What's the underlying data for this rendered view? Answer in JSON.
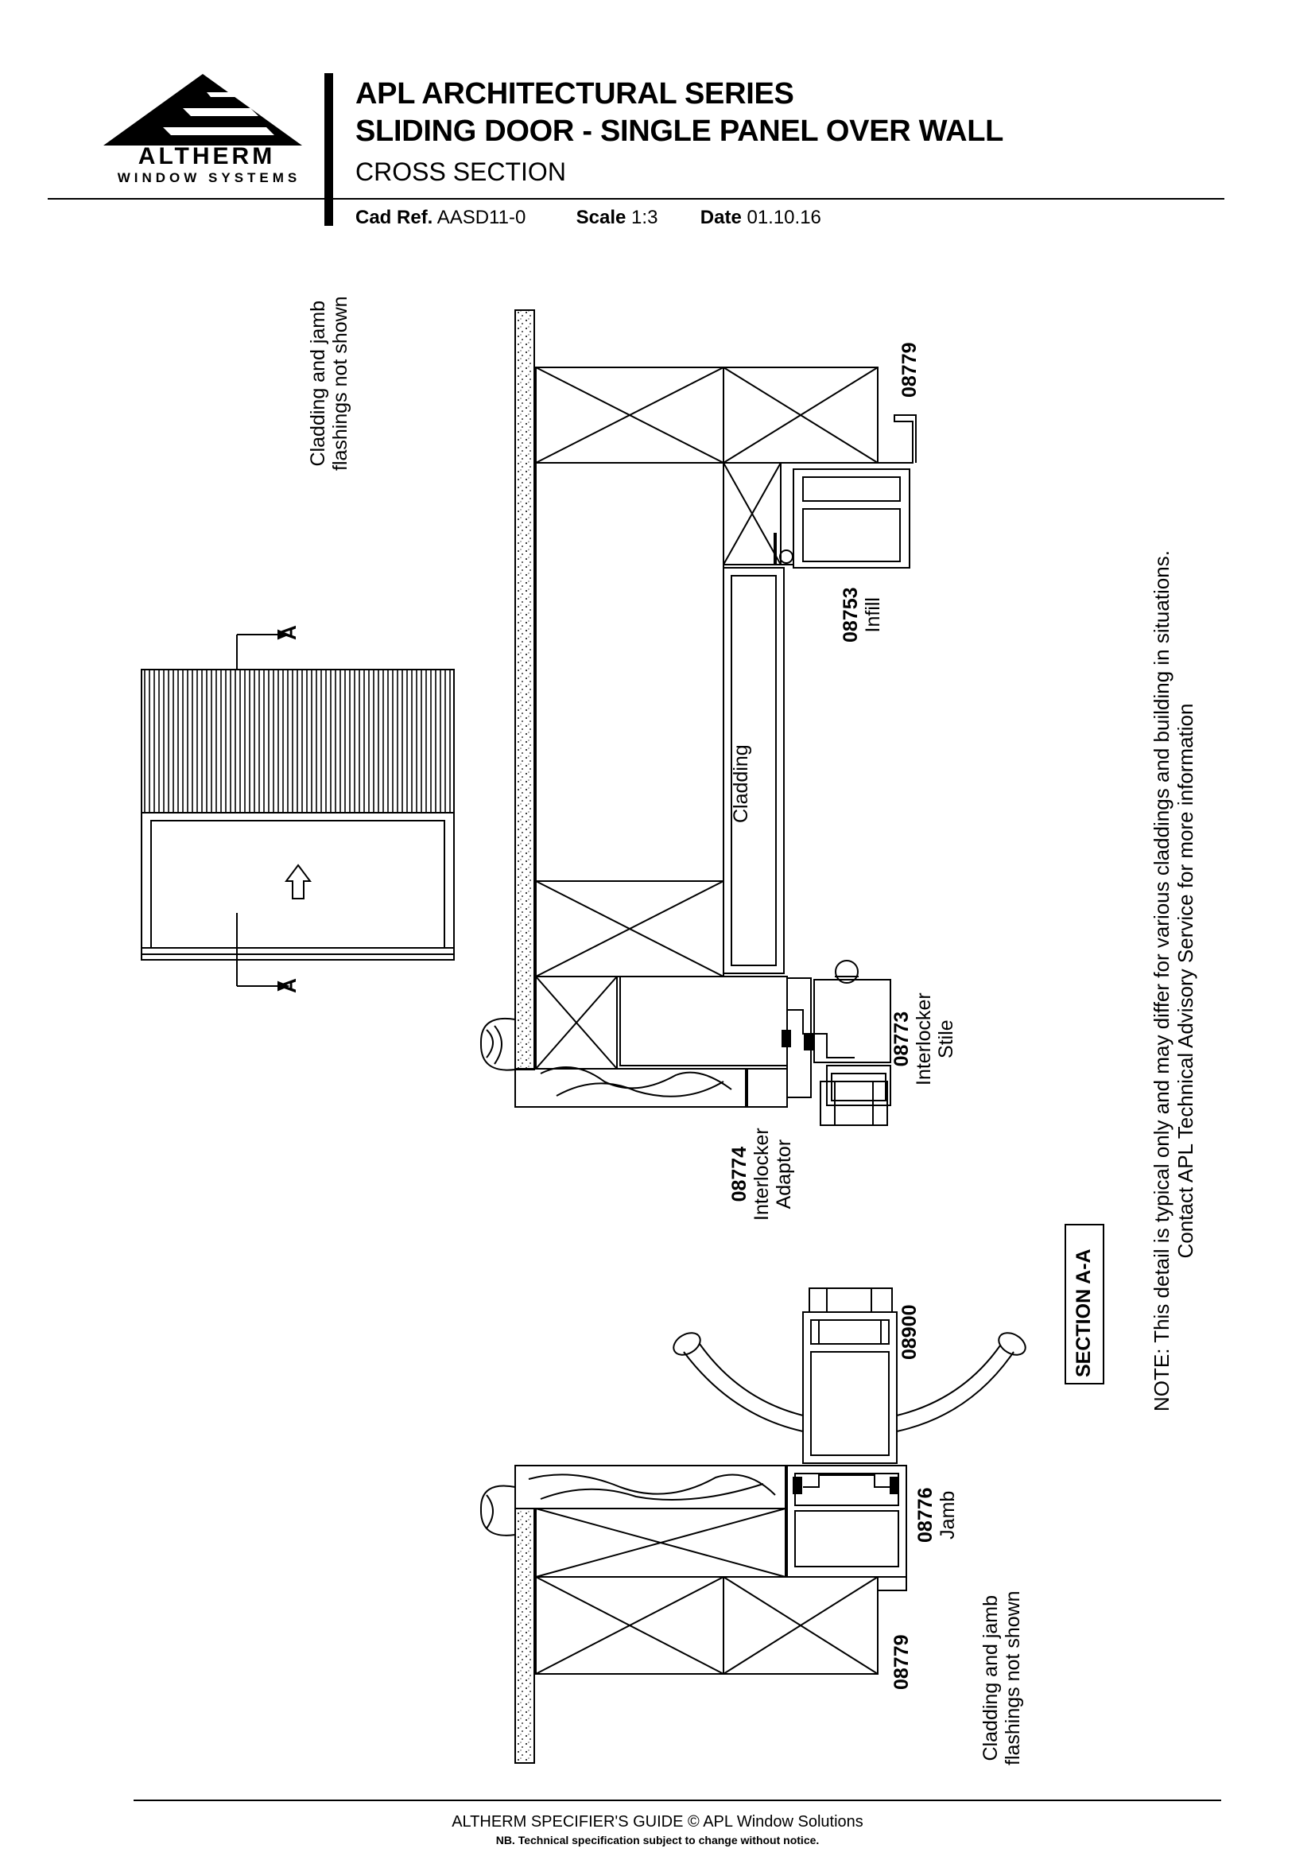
{
  "logo": {
    "brand": "ALTHERM",
    "tagline": "WINDOW SYSTEMS"
  },
  "header": {
    "line1": "APL ARCHITECTURAL SERIES",
    "line2": "SLIDING DOOR - SINGLE PANEL OVER WALL",
    "line3": "CROSS SECTION",
    "cad_ref_label": "Cad Ref.",
    "cad_ref_value": "AASD11-0",
    "scale_label": "Scale",
    "scale_value": "1:3",
    "date_label": "Date",
    "date_value": "01.10.16"
  },
  "labels": {
    "cladding_note_top_1": "Cladding and jamb",
    "cladding_note_top_2": "flashings not shown",
    "cladding_note_bottom_1": "Cladding and jamb",
    "cladding_note_bottom_2": "flashings not shown",
    "part_08779_top": "08779",
    "part_08753": "08753",
    "part_08753_name": "Infill",
    "cladding": "Cladding",
    "part_08773": "08773",
    "part_08773_name1": "Interlocker",
    "part_08773_name2": "Stile",
    "part_08774": "08774",
    "part_08774_name1": "Interlocker",
    "part_08774_name2": "Adaptor",
    "part_08900": "08900",
    "part_08776": "08776",
    "part_08776_name": "Jamb",
    "part_08779_bottom": "08779",
    "section_label": "SECTION A-A",
    "section_marker_top": "A",
    "section_marker_bottom": "A",
    "note_1": "NOTE: This detail is typical only and may differ for various claddings and building in situations.",
    "note_2": "Contact APL Technical Advisory Service for more information"
  },
  "footer": {
    "line1": "ALTHERM SPECIFIER'S GUIDE  © APL Window Solutions",
    "line2": "NB. Technical specification subject to change without notice."
  }
}
